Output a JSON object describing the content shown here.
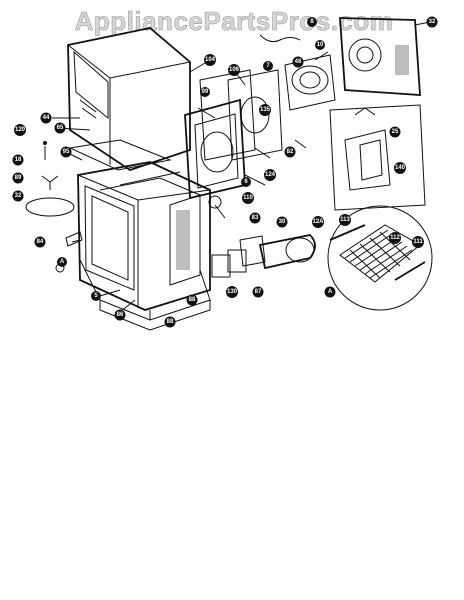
{
  "watermark": "AppliancePartsPros.com",
  "footer_code": "",
  "detail_label": "A",
  "callouts": [
    "8",
    "32",
    "104",
    "106",
    "7",
    "99",
    "44",
    "65",
    "120",
    "82",
    "83",
    "124",
    "110",
    "18",
    "89",
    "32",
    "84",
    "95",
    "5",
    "86",
    "130",
    "88",
    "87",
    "12A",
    "113",
    "112",
    "111",
    "25",
    "140",
    "135",
    "10",
    "48",
    "6",
    "88",
    "30",
    "A",
    "A"
  ]
}
